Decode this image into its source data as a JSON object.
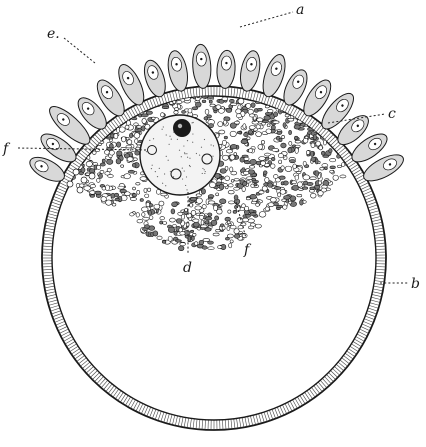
{
  "figure": {
    "labels": {
      "a": "a",
      "b": "b",
      "c": "c",
      "d": "d",
      "e": "e.",
      "f_left": "f",
      "f_lower": "f"
    },
    "colors": {
      "ink": "#1a1a1a",
      "paper": "#ffffff",
      "nucleus_fill": "#f3f3f3",
      "cell_fill": "#d8d8d8"
    }
  }
}
